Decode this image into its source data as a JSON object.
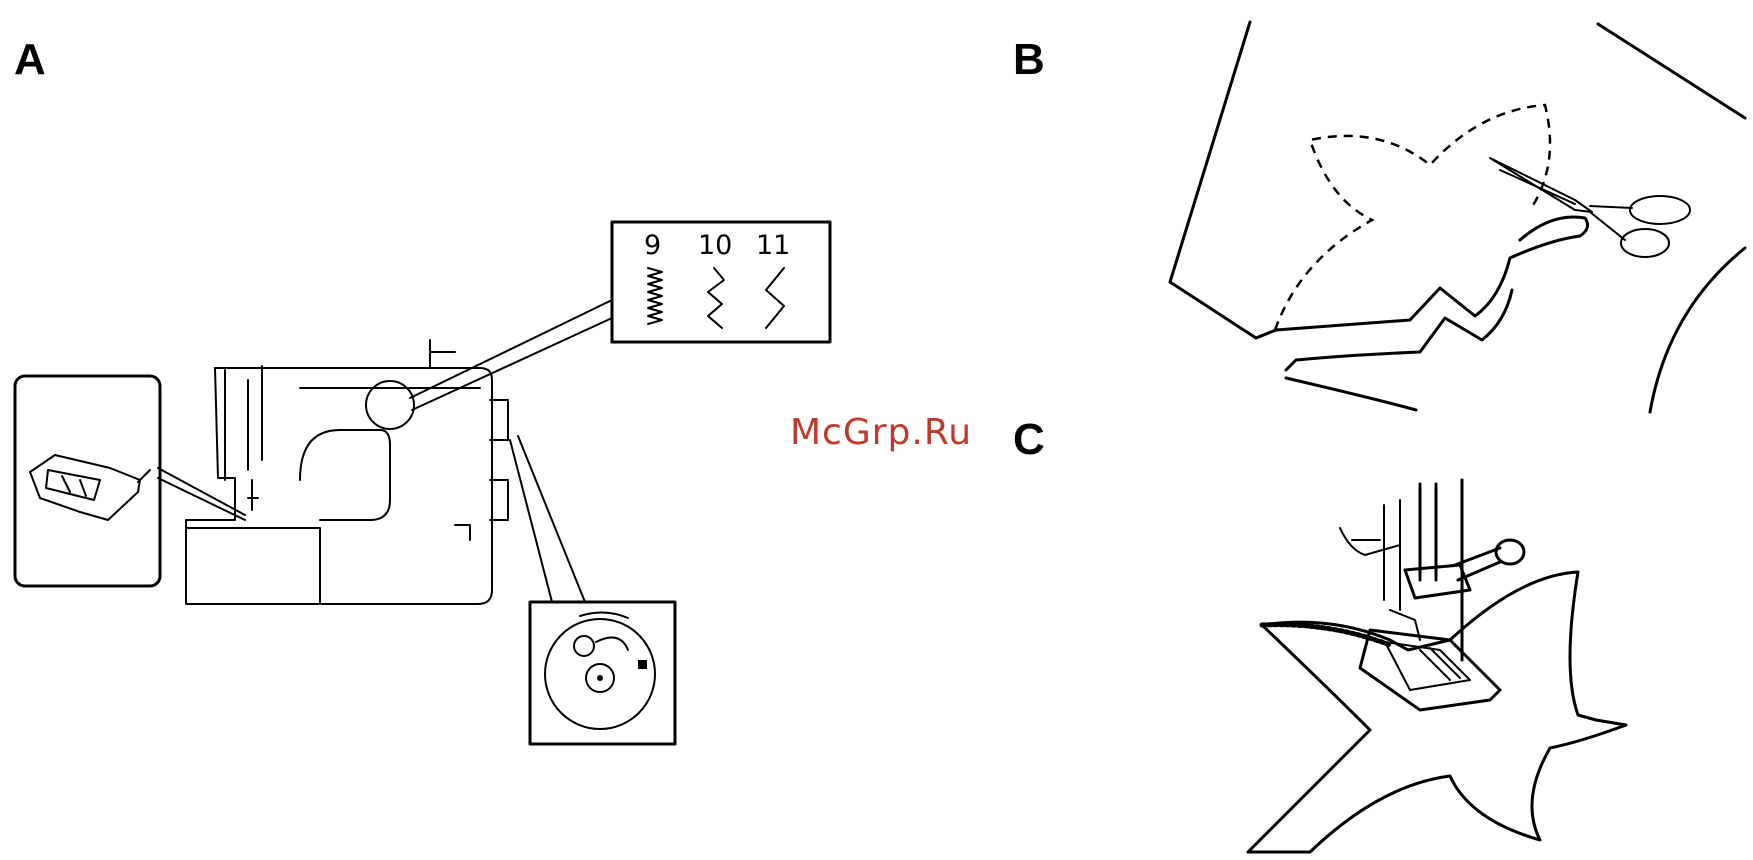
{
  "figure": {
    "panel_labels": [
      "A",
      "B",
      "C"
    ],
    "stitch_numbers": [
      "9",
      "10",
      "11"
    ],
    "watermark": "McGrp.Ru"
  },
  "colors": {
    "ink": "#000000",
    "watermark": "#c0392b",
    "background": "#ffffff"
  }
}
